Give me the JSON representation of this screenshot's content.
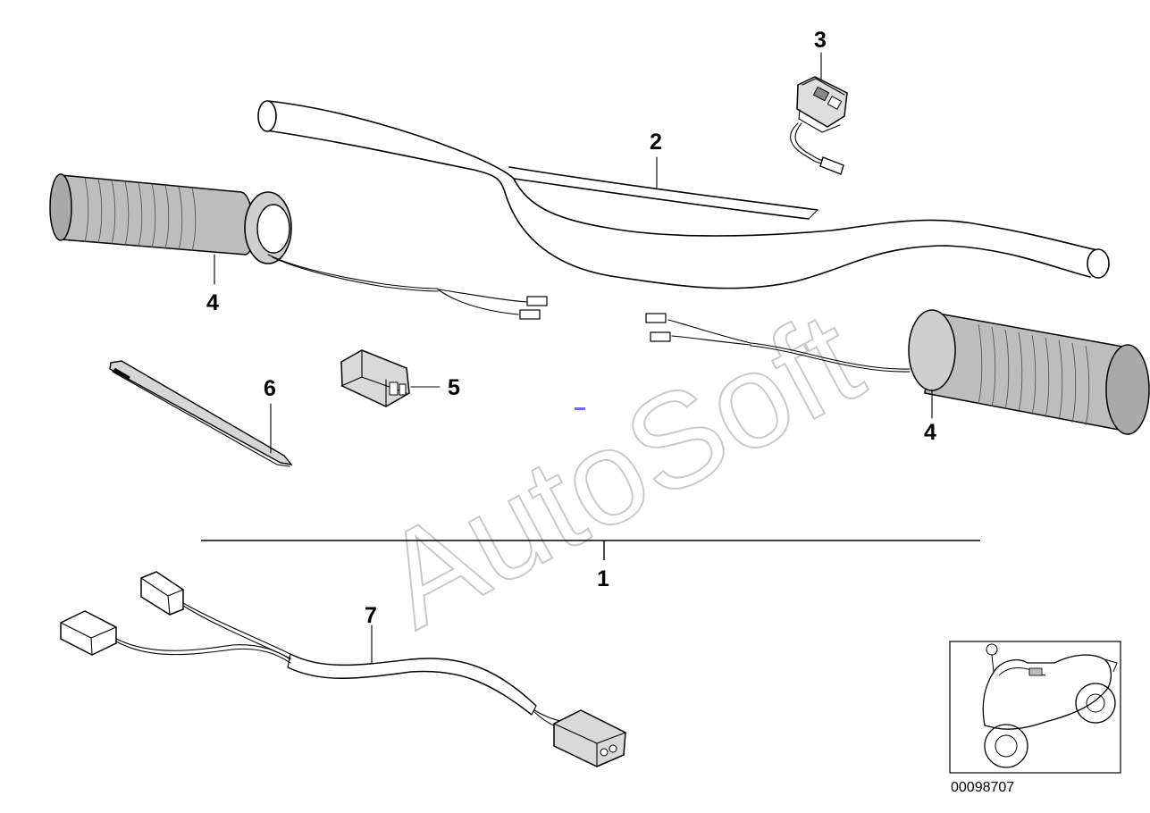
{
  "diagram": {
    "id_number": "00098707",
    "watermark": "AutoSoft",
    "callouts": {
      "c1": "1",
      "c2": "2",
      "c3": "3",
      "c4_left": "4",
      "c4_right": "4",
      "c5": "5",
      "c6": "6",
      "c7": "7"
    }
  },
  "colors": {
    "line": "#000000",
    "watermark": "#c9c9c9",
    "grip_fill": "#b8b8b8",
    "part_fill": "#d9d9d9"
  }
}
